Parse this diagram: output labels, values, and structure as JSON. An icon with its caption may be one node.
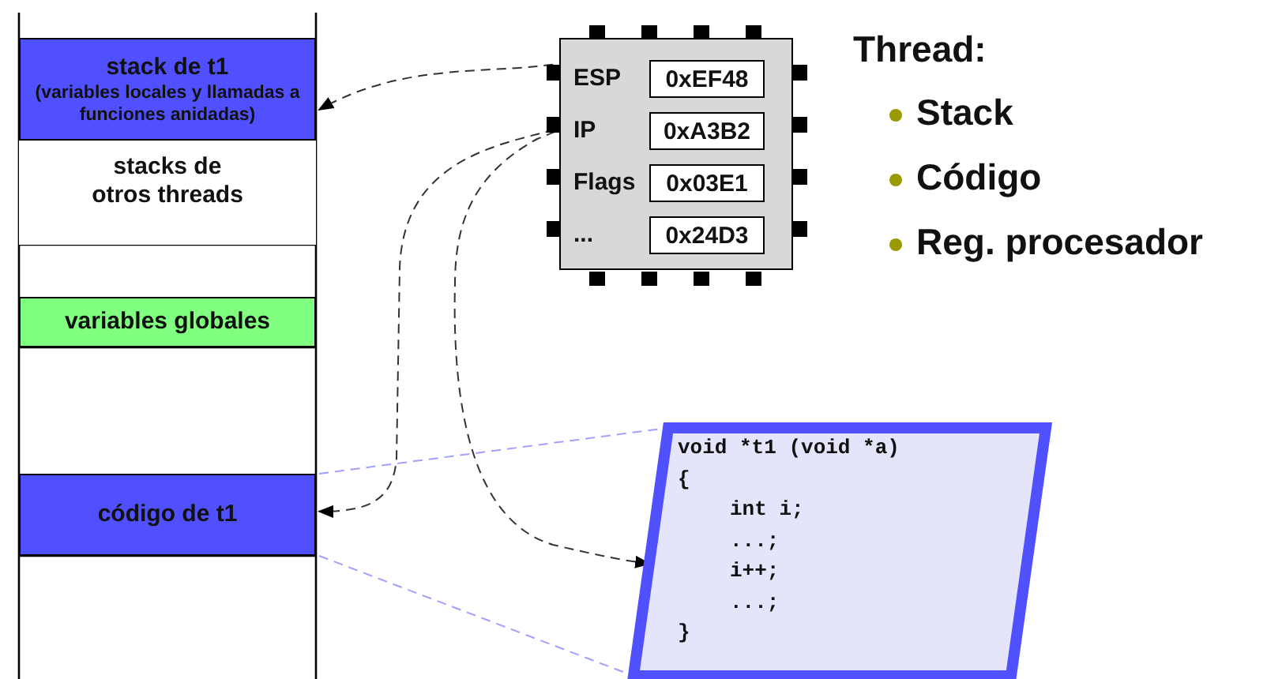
{
  "diagram": {
    "nodes": [
      {
        "text": [
          "stack de t1",
          "(variables locales y llamadas a funciones anidadas)"
        ]
      },
      {
        "text": [
          "stacks de otros threads"
        ]
      },
      {
        "text": [
          "variables globales"
        ]
      },
      {
        "text": [
          "código de t1"
        ]
      },
      {
        "text": [],
        "shape": "box"
      },
      {
        "text": [
          "0xEF48"
        ],
        "in": 4,
        "beside": [
          "ESP"
        ]
      },
      {
        "text": [
          "0xA3B2"
        ],
        "in": 4,
        "beside": [
          "IP"
        ]
      },
      {
        "text": [
          "0x03E1"
        ],
        "in": 4,
        "beside": [
          "Flags"
        ]
      },
      {
        "text": [
          "0x24D3"
        ],
        "in": 4,
        "beside": [
          "..."
        ]
      },
      {
        "text": [
          "void *t1 (void *a)",
          "{",
          "int i;",
          "...;",
          "i++;",
          "...;",
          "}"
        ]
      }
    ],
    "edges": [
      {
        "from": 5,
        "to": 0,
        "arrow": "to",
        "style": "dashed"
      },
      {
        "from": 6,
        "to": 3,
        "arrow": "to",
        "style": "dashed"
      },
      {
        "from": 6,
        "to": 9,
        "arrow": "to",
        "style": "dashed"
      },
      {
        "from": 3,
        "to": 9,
        "arrow": "none",
        "style": "dashed",
        "color": "#a0a0ff"
      },
      {
        "from": 3,
        "to": 9,
        "arrow": "none",
        "style": "dashed",
        "color": "#a0a0ff"
      }
    ],
    "labels": [
      "Thread:",
      "Stack",
      "Código",
      "Reg. procesador"
    ]
  }
}
